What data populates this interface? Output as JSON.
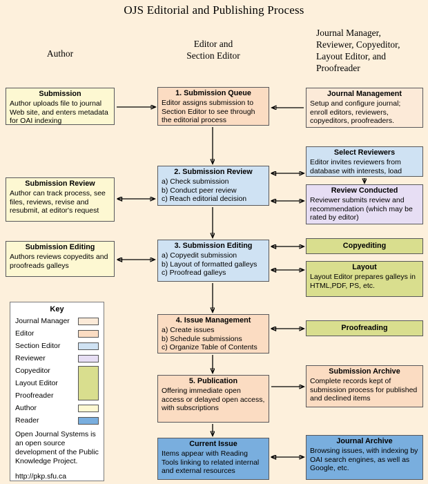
{
  "title": "OJS Editorial and Publishing Process",
  "headers": {
    "author": "Author",
    "editor": "Editor and\nSection Editor",
    "others": "Journal Manager,\nReviewer, Copyeditor,\nLayout Editor, and\nProofreader"
  },
  "left": {
    "submission": {
      "title": "Submission",
      "body": "Author uploads file to journal Web site, and enters metadata for OAI indexing"
    },
    "submission_review": {
      "title": "Submission Review",
      "body": "Author can track process, see files, reviews, revise and resubmit, at editor's request"
    },
    "submission_editing": {
      "title": "Submission Editing",
      "body": "Authors reviews copyedits and proofreads galleys"
    }
  },
  "middle": {
    "queue": {
      "title": "1. Submission Queue",
      "body": "Editor assigns submission to Section Editor to see through the editorial process"
    },
    "review": {
      "title": "2. Submission Review",
      "body": "a) Check submission\nb) Conduct peer review\nc) Reach editorial decision"
    },
    "editing": {
      "title": "3. Submission Editing",
      "body": "a) Copyedit submission\nb) Layout of formatted galleys\nc) Proofread galleys"
    },
    "issue": {
      "title": "4. Issue Management",
      "body": "a) Create issues\nb) Schedule submissions\nc) Organize Table of Contents"
    },
    "publication": {
      "title": "5. Publication",
      "body": "Offering immediate open access or delayed open access, with subscriptions"
    },
    "current_issue": {
      "title": "Current Issue",
      "body": "Items appear with Reading Tools linking to related internal and external resources"
    }
  },
  "right": {
    "journal_management": {
      "title": "Journal Management",
      "body": "Setup and configure journal; enroll editors, reviewers, copyeditors, proofreaders."
    },
    "select_reviewers": {
      "title": "Select Reviewers",
      "body": "Editor invites reviewers from database with interests, load"
    },
    "review_conducted": {
      "title": "Review Conducted",
      "body": "Reviewer submits review and recommendation (which may be rated by editor)"
    },
    "copyediting": {
      "title": "Copyediting"
    },
    "layout": {
      "title": "Layout",
      "body": "Layout Editor prepares galleys in HTML,PDF, PS, etc."
    },
    "proofreading": {
      "title": "Proofreading"
    },
    "submission_archive": {
      "title": "Submission Archive",
      "body": "Complete records kept of submission process for published and declined items"
    },
    "journal_archive": {
      "title": "Journal Archive",
      "body": "Browsing issues, with indexing by OAI search engines, as well as Google, etc."
    }
  },
  "key": {
    "title": "Key",
    "labels": [
      "Journal Manager",
      "Editor",
      "Section Editor",
      "Reviewer",
      "Copyeditor",
      "Layout Editor",
      "Proofreader",
      "Author",
      "Reader"
    ],
    "footer": "Open Journal Systems is an open source development of the Public Knowledge Project.",
    "url": "http://pkp.sfu.ca"
  },
  "colors": {
    "bg": "#fdf0dc",
    "journal-manager": "#fcead8",
    "editor": "#fbdcc2",
    "section-editor": "#cfe2f3",
    "reviewer": "#e7def4",
    "copyeditor-group": "#d9de8e",
    "author": "#fdf8d2",
    "reader": "#79aede"
  }
}
